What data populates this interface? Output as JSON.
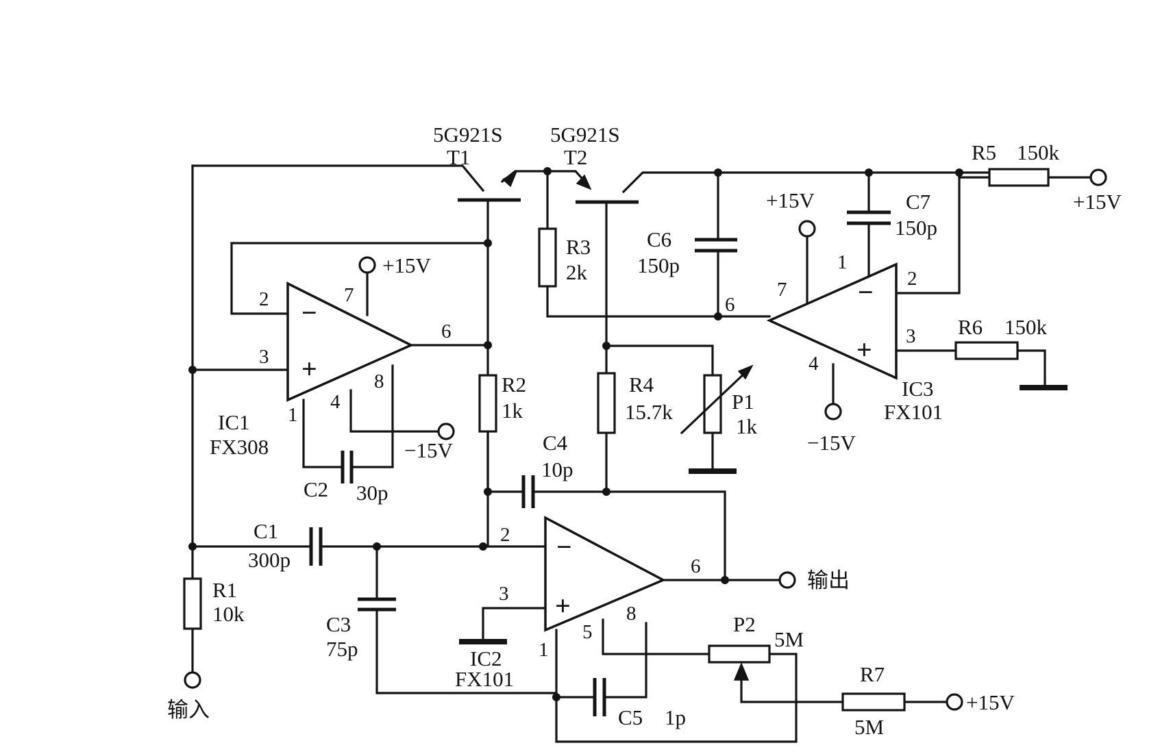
{
  "labels": {
    "t1": {
      "part": "5G921S",
      "ref": "T1"
    },
    "t2": {
      "part": "5G921S",
      "ref": "T2"
    },
    "r1": {
      "ref": "R1",
      "value": "10k"
    },
    "r2": {
      "ref": "R2",
      "value": "1k"
    },
    "r3": {
      "ref": "R3",
      "value": "2k"
    },
    "r4": {
      "ref": "R4",
      "value": "15.7k"
    },
    "r5": {
      "ref": "R5",
      "value": "150k"
    },
    "r6": {
      "ref": "R6",
      "value": "150k"
    },
    "r7": {
      "ref": "R7",
      "value": "5M"
    },
    "p1": {
      "ref": "P1",
      "value": "1k"
    },
    "p2": {
      "ref": "P2",
      "value": "5M"
    },
    "c1": {
      "ref": "C1",
      "value": "300p"
    },
    "c2": {
      "ref": "C2",
      "value": "30p"
    },
    "c3": {
      "ref": "C3",
      "value": "75p"
    },
    "c4": {
      "ref": "C4",
      "value": "10p"
    },
    "c5": {
      "ref": "C5",
      "value": "1p"
    },
    "c6": {
      "ref": "C6",
      "value": "150p"
    },
    "c7": {
      "ref": "C7",
      "value": "150p"
    },
    "ic1": {
      "ref": "IC1",
      "part": "FX308"
    },
    "ic2": {
      "ref": "IC2",
      "part": "FX101"
    },
    "ic3": {
      "ref": "IC3",
      "part": "FX101"
    }
  },
  "supplies": {
    "ic1_pos": "+15V",
    "ic1_neg": "−15V",
    "ic3_pos": "+15V",
    "ic3_neg": "−15V",
    "r5_supply": "+15V",
    "r7_supply": "+15V"
  },
  "ports": {
    "input": "输入",
    "output": "输出"
  },
  "pins": {
    "ic1": {
      "inv": "2",
      "noninv": "3",
      "out": "6",
      "vpos": "7",
      "vneg": "4",
      "comp1": "1",
      "comp8": "8"
    },
    "ic2": {
      "inv": "2",
      "noninv": "3",
      "out": "6",
      "comp1": "1",
      "comp5": "5",
      "comp8": "8"
    },
    "ic3": {
      "inv": "2",
      "noninv": "3",
      "out": "6",
      "vpos": "7",
      "vneg": "4",
      "comp1": "1"
    }
  },
  "signs": {
    "minus": "−",
    "plus": "+"
  }
}
